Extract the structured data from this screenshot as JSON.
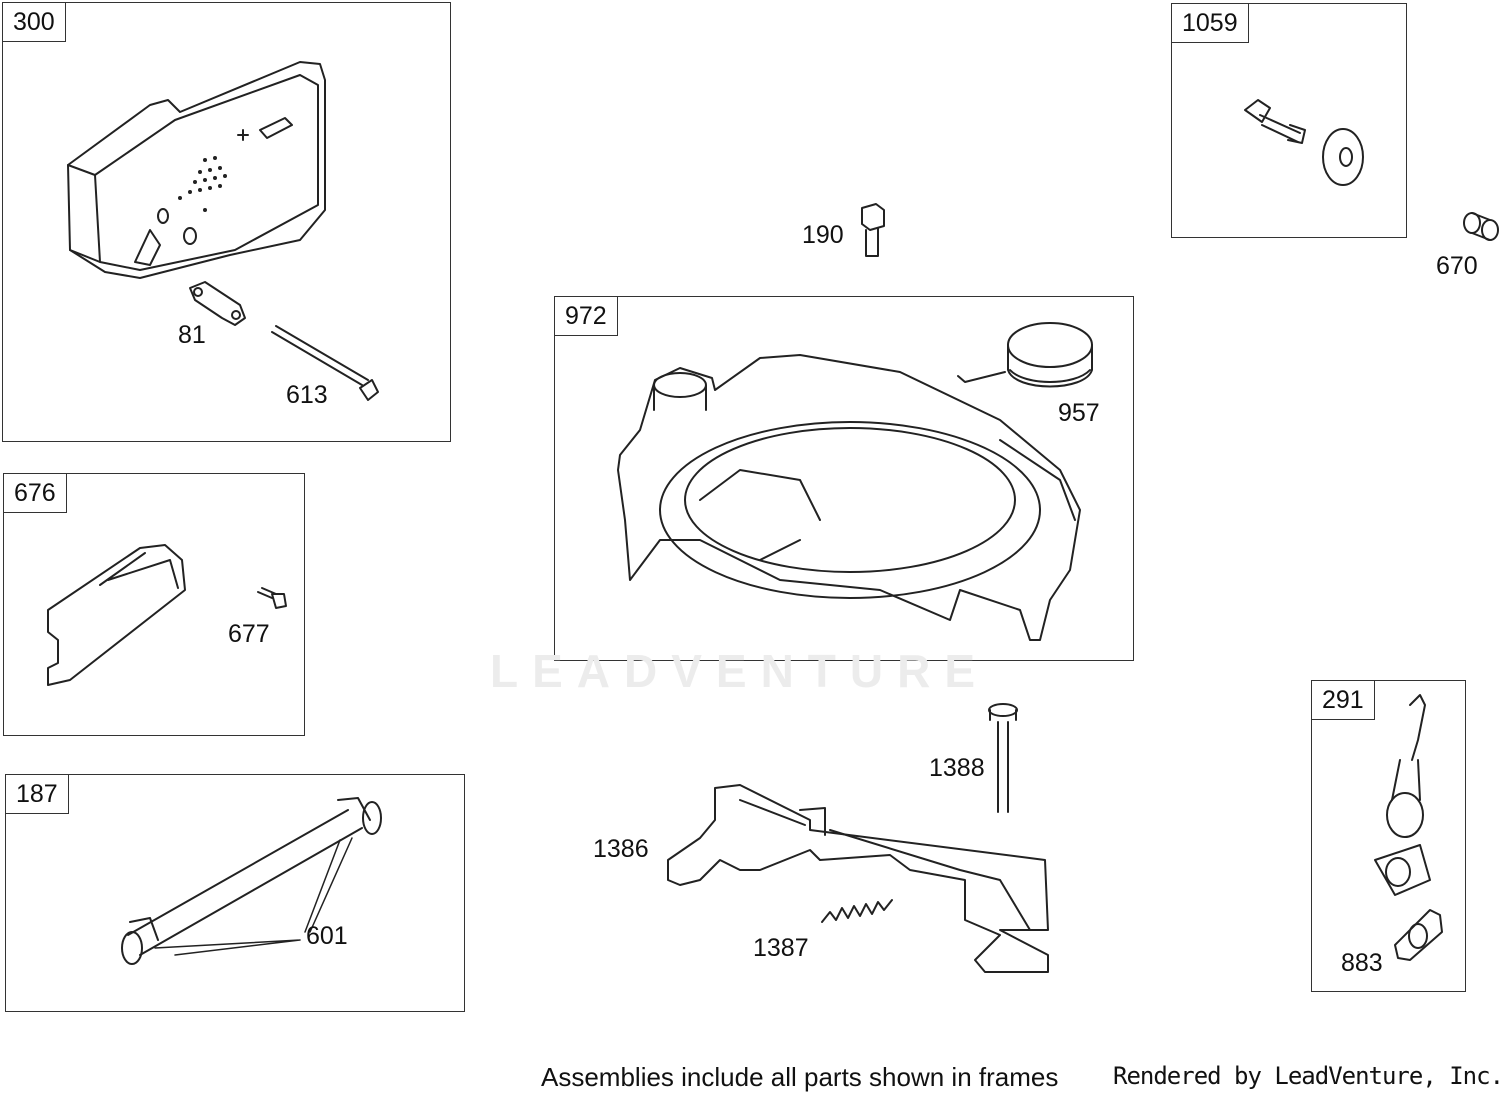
{
  "watermark": "LEADVENTURE",
  "frames": [
    {
      "id": "300"
    },
    {
      "id": "676"
    },
    {
      "id": "187"
    },
    {
      "id": "972"
    },
    {
      "id": "1059"
    },
    {
      "id": "291"
    }
  ],
  "callouts": {
    "p81": "81",
    "p613": "613",
    "p677": "677",
    "p601": "601",
    "p190": "190",
    "p957": "957",
    "p670": "670",
    "p1388": "1388",
    "p1386": "1386",
    "p1387": "1387",
    "p883": "883"
  },
  "footer": {
    "note": "Assemblies include all parts shown in frames",
    "credit": "Rendered by LeadVenture, Inc."
  }
}
